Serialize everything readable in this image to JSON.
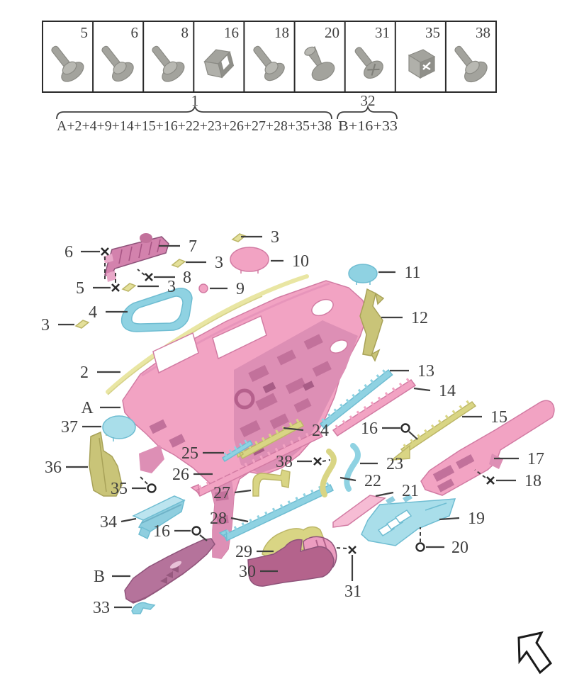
{
  "fastener_table": {
    "cells": [
      {
        "num": "5",
        "icon": "screw-washer-icon"
      },
      {
        "num": "6",
        "icon": "screw-washer-icon"
      },
      {
        "num": "8",
        "icon": "screw-washer-icon"
      },
      {
        "num": "16",
        "icon": "clip-nut-icon"
      },
      {
        "num": "18",
        "icon": "screw-washer-icon"
      },
      {
        "num": "20",
        "icon": "push-rivet-icon"
      },
      {
        "num": "31",
        "icon": "flat-screw-icon"
      },
      {
        "num": "35",
        "icon": "box-clip-icon"
      },
      {
        "num": "38",
        "icon": "screw-washer-icon"
      }
    ]
  },
  "groups": [
    {
      "num": "1",
      "formula": "A+2+4+9+14+15+16+22+23+26+27+28+35+38"
    },
    {
      "num": "32",
      "formula": "B+16+33"
    }
  ],
  "callouts": [
    "3",
    "6",
    "7",
    "3",
    "8",
    "10",
    "11",
    "5",
    "3",
    "9",
    "4",
    "12",
    "3",
    "2",
    "13",
    "14",
    "A",
    "15",
    "37",
    "16",
    "24",
    "17",
    "25",
    "38",
    "23",
    "36",
    "18",
    "26",
    "22",
    "35",
    "27",
    "21",
    "34",
    "19",
    "28",
    "16",
    "20",
    "29",
    "31",
    "30",
    "B",
    "33"
  ],
  "colors": {
    "pink": "#F2A3C3",
    "pink_light": "#F6BCD4",
    "pink_dark": "#DD8FB5",
    "mauve": "#C2719B",
    "plum": "#B4638C",
    "fan_pink": "#EC9DC0",
    "rose": "#B5739B",
    "bracket_pink": "#D382AD",
    "blue": "#8FD2E2",
    "blue_light": "#A9DEEA",
    "blue_deep": "#6FBDD2",
    "olive": "#C9C478",
    "yellow": "#D9D584",
    "cream": "#E9E6A3",
    "clip_yellow": "#E4E09A",
    "gray": "#A3A39D",
    "line": "#3F3F3F"
  }
}
